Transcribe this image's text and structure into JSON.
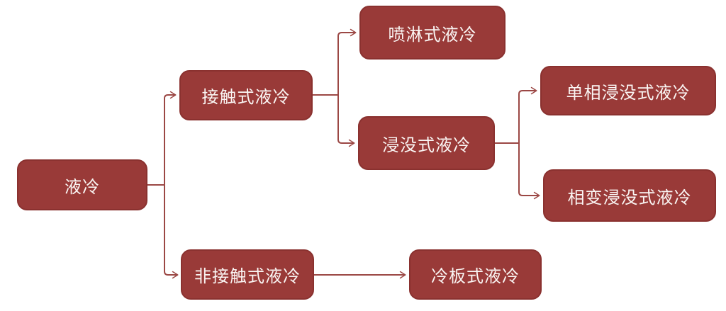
{
  "diagram": {
    "background": "#ffffff",
    "node_fill": "#993a38",
    "node_border": "#8a312f",
    "node_text_color": "#faf5f3",
    "connector_color": "#9b4744",
    "nodes": [
      {
        "id": "root",
        "label": "液冷"
      },
      {
        "id": "contact",
        "label": "接触式液冷"
      },
      {
        "id": "spray",
        "label": "喷淋式液冷"
      },
      {
        "id": "immersion",
        "label": "浸没式液冷"
      },
      {
        "id": "single-phase",
        "label": "单相浸没式液冷"
      },
      {
        "id": "phase-change",
        "label": "相变浸没式液冷"
      },
      {
        "id": "non-contact",
        "label": "非接触式液冷"
      },
      {
        "id": "cold-plate",
        "label": "冷板式液冷"
      }
    ],
    "edges": [
      {
        "from": "液冷",
        "to": "接触式液冷"
      },
      {
        "from": "液冷",
        "to": "非接触式液冷"
      },
      {
        "from": "接触式液冷",
        "to": "喷淋式液冷"
      },
      {
        "from": "接触式液冷",
        "to": "浸没式液冷"
      },
      {
        "from": "浸没式液冷",
        "to": "单相浸没式液冷"
      },
      {
        "from": "浸没式液冷",
        "to": "相变浸没式液冷"
      },
      {
        "from": "非接触式液冷",
        "to": "冷板式液冷"
      }
    ]
  }
}
